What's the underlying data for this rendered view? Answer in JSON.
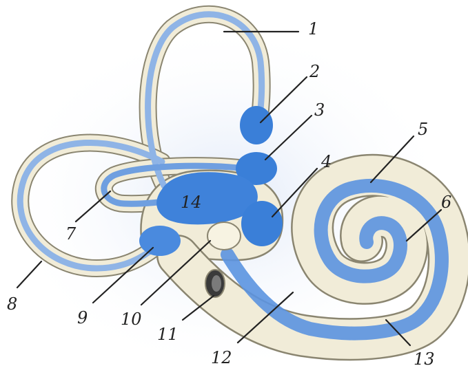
{
  "labels": {
    "l1": "1",
    "l2": "2",
    "l3": "3",
    "l4": "4",
    "l5": "5",
    "l6": "6",
    "l7": "7",
    "l8": "8",
    "l9": "9",
    "l10": "10",
    "l11": "11",
    "l12": "12",
    "l13": "13",
    "l14": "14"
  },
  "colors": {
    "membranous": "#3a7fd8",
    "membranous_light": "#a9c8ee",
    "bony": "#f1ecd8",
    "outline": "#8a8570",
    "label": "#222222"
  }
}
